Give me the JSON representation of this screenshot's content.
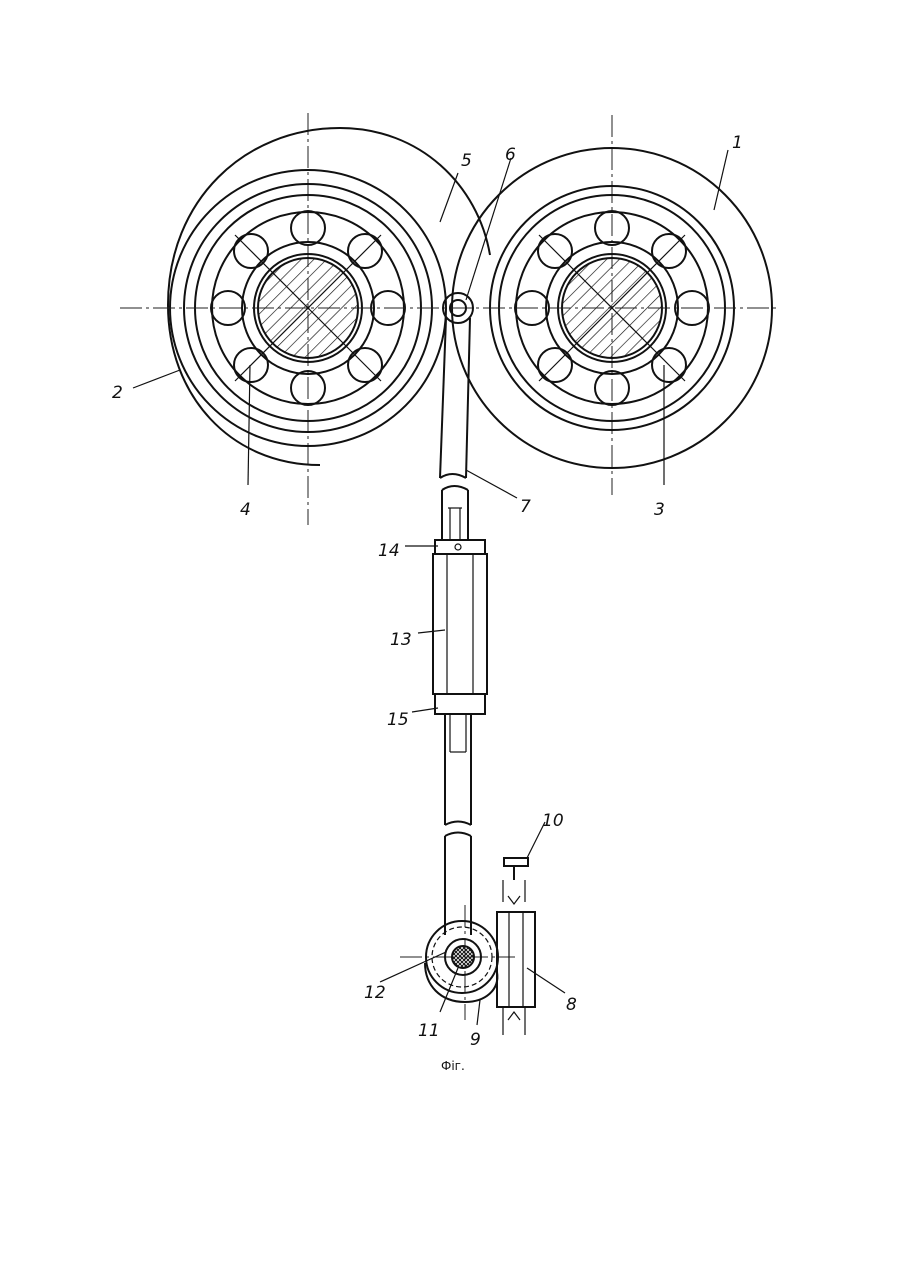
{
  "figure": {
    "caption": "Фіг.",
    "labels": {
      "l1": "1",
      "l2": "2",
      "l3": "3",
      "l4": "4",
      "l5": "5",
      "l6": "6",
      "l7": "7",
      "l8": "8",
      "l9": "9",
      "l10": "10",
      "l11": "11",
      "l12": "12",
      "l13": "13",
      "l14": "14",
      "l15": "15"
    }
  }
}
